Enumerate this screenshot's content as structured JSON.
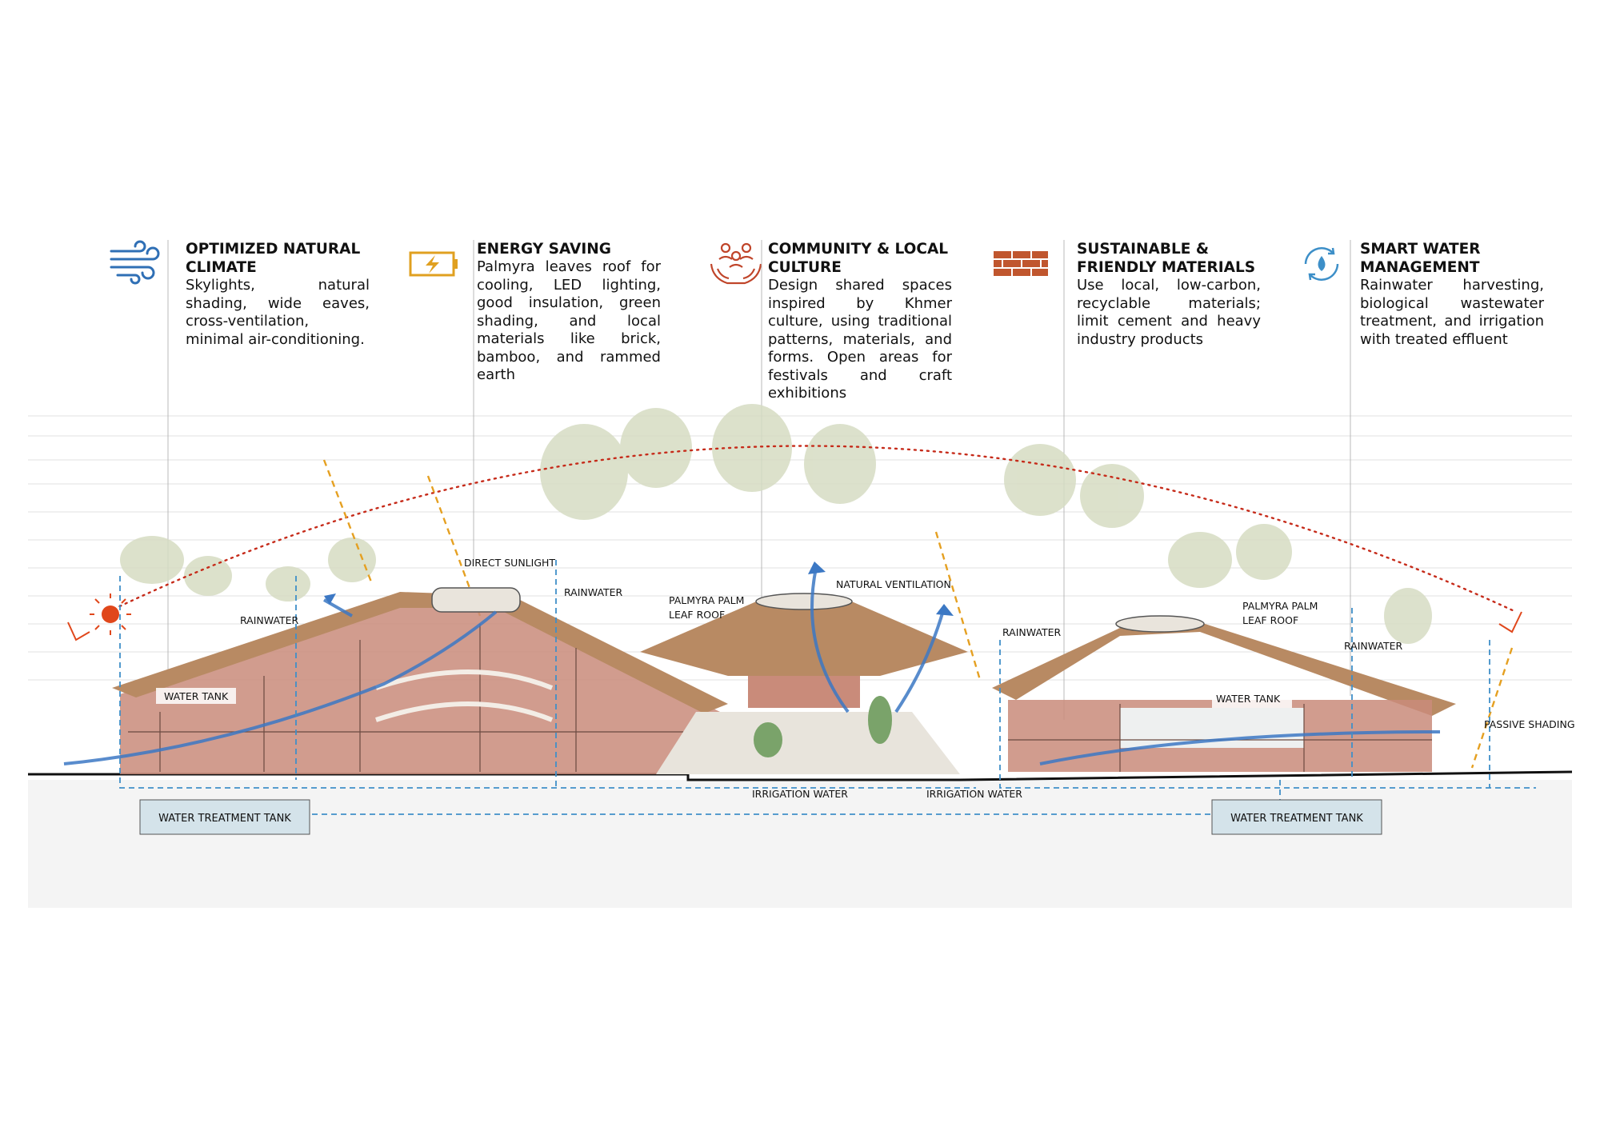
{
  "features": [
    {
      "title": "OPTIMIZED NATURAL CLIMATE",
      "text": "Skylights, natural shading, wide eaves, cross-ventilation, minimal air-conditioning.",
      "icon": "wind-icon",
      "color": "#2f6fb5"
    },
    {
      "title": "ENERGY SAVING",
      "text": "Palmyra leaves roof for cooling, LED lighting, good insulation, green shading, and local materials like brick, bamboo, and rammed earth",
      "icon": "battery-charging-icon",
      "color": "#e0a020"
    },
    {
      "title": "COMMUNITY & LOCAL CULTURE",
      "text": "Design shared spaces inspired by Khmer culture, using traditional patterns, materials, and forms. Open areas for festivals and craft exhibitions",
      "icon": "community-hands-icon",
      "color": "#c0452a"
    },
    {
      "title": "SUSTAINABLE & FRIENDLY MATERIALS",
      "text": "Use local, low-carbon, recyclable materials; limit cement and heavy industry products",
      "icon": "brick-wall-icon",
      "color": "#c0562e"
    },
    {
      "title": "SMART WATER MANAGEMENT",
      "text": "Rainwater harvesting, biological wastewater treatment, and irrigation with treated effluent",
      "icon": "water-cycle-icon",
      "color": "#3d8fc8"
    }
  ],
  "labels": {
    "direct_sunlight": "DIRECT SUNLIGHT",
    "rainwater": "RAINWATER",
    "palmyra_palm_leaf_roof": "PALMYRA PALM LEAF ROOF",
    "natural_ventilation": "NATURAL VENTILATION",
    "water_tank": "WATER TANK",
    "passive_shading": "PASSIVE SHADING",
    "irrigation_water": "IRRIGATION WATER",
    "water_treatment_tank": "WATER TREATMENT TANK"
  },
  "colors": {
    "sun": "#e0471b",
    "sun_path": "#c62b1a",
    "water": "#3f8fc8",
    "airflow": "#3c78c4",
    "sunlight": "#e5a021",
    "brick": "#c98b7a",
    "roof": "#b88a63",
    "tank_fill": "#d4e3ea"
  }
}
